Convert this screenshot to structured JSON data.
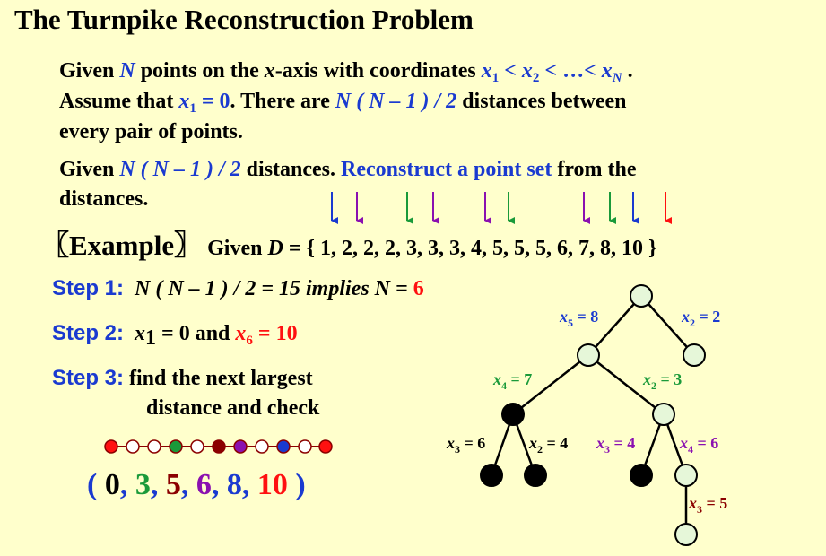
{
  "title": "The Turnpike Reconstruction Problem",
  "para1": {
    "given": "Given ",
    "N": "N",
    "mid": " points on the ",
    "x": "x",
    "axis": "-axis with coordinates ",
    "x1": "x",
    "s1": "1",
    "lt1": " <  ",
    "x2": "x",
    "s2": "2",
    "lt2": " < …< ",
    "xN": "x",
    "sN": "N",
    "dot": " ."
  },
  "para2": {
    "assume": "Assume that ",
    "x1": "x",
    "s1": "1",
    "eq0": " = 0",
    "there": ".  There are ",
    "formula": "N ( N – 1 ) / 2",
    "tail": " distances between"
  },
  "para3": "every pair of points.",
  "para4": {
    "given": "Given ",
    "formula": "N ( N – 1 ) / 2",
    "dist": " distances.  ",
    "recon": "Reconstruct a point set",
    "from": " from the"
  },
  "para5": "distances.",
  "example": {
    "bracket": "〖Example〗",
    "given": "Given ",
    "D": "D",
    "set": " = { 1, 2, 2, 2, 3, 3, 3, 4, 5, 5, 5, 6, 7, 8, 10 }"
  },
  "steps": [
    {
      "label": "Step 1:",
      "text": "N ( N – 1 ) / 2 = 15  implies  N = ",
      "value": "6"
    },
    {
      "label": "Step 2:",
      "xa": "x",
      "sa": "1",
      "mid": " = 0  and  ",
      "xb": "x",
      "sb": "6",
      "value": " = 10"
    },
    {
      "label": "Step 3:",
      "line1": "find the next largest",
      "line2": "distance and check"
    }
  ],
  "result": {
    "open": "( ",
    "v0": "0",
    "v3": "3",
    "v5": "5",
    "v6": "6",
    "v8": "8",
    "v10": "10",
    "comma": ", ",
    "close": " )"
  },
  "tree_labels": {
    "e1": "x",
    "e1s": "5",
    "e1v": " = 8",
    "e2": "x",
    "e2s": "2",
    "e2v": " = 2",
    "e3": "x",
    "e3s": "4",
    "e3v": " = 7",
    "e4": "x",
    "e4s": "2",
    "e4v": " = 3",
    "e5": "x",
    "e5s": "3",
    "e5v": " = 6",
    "e6": "x",
    "e6s": "2",
    "e6v": " = 4",
    "e7": "x",
    "e7s": "3",
    "e7v": " = 4",
    "e8": "x",
    "e8s": "4",
    "e8v": " = 6",
    "e9": "x",
    "e9s": "3",
    "e9v": " = 5"
  },
  "colors": {
    "blue": "#1a3ad0",
    "red": "#ff1010",
    "green": "#1a9a3a",
    "darkred": "#8b0000",
    "purple": "#8a10b0",
    "node_light": "#e6f7d9",
    "node_dark": "#000000"
  }
}
